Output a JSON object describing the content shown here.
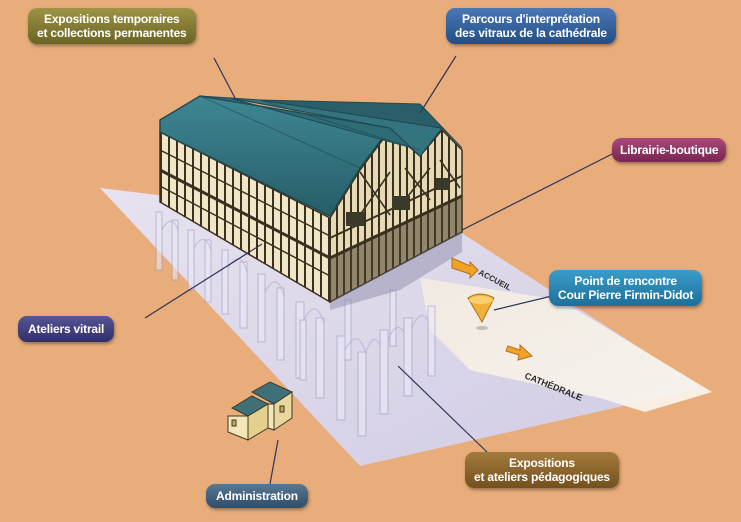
{
  "labels": {
    "expositions_temporaires": [
      "Expositions temporaires",
      "et collections permanentes"
    ],
    "parcours_vitraux": [
      "Parcours d'interprétation",
      "des vitraux de la cathédrale"
    ],
    "librairie": [
      "Librairie-boutique"
    ],
    "point_rencontre": [
      "Point de rencontre",
      "Cour Pierre Firmin-Didot"
    ],
    "ateliers_vitrail": [
      "Ateliers vitrail"
    ],
    "expositions_ateliers": [
      "Expositions",
      "et ateliers pédagogiques"
    ],
    "administration": [
      "Administration"
    ]
  },
  "ground_text": {
    "accueil": "ACCUEIL",
    "cathedrale": "CATHÉDRALE"
  },
  "colors": {
    "background": "#e9ad7b",
    "roof": "#2f6f7c",
    "timber": "#3a3020",
    "plaster": "#efe4c2",
    "arrow": "#f0a020",
    "plane": "#d9d8ef"
  }
}
